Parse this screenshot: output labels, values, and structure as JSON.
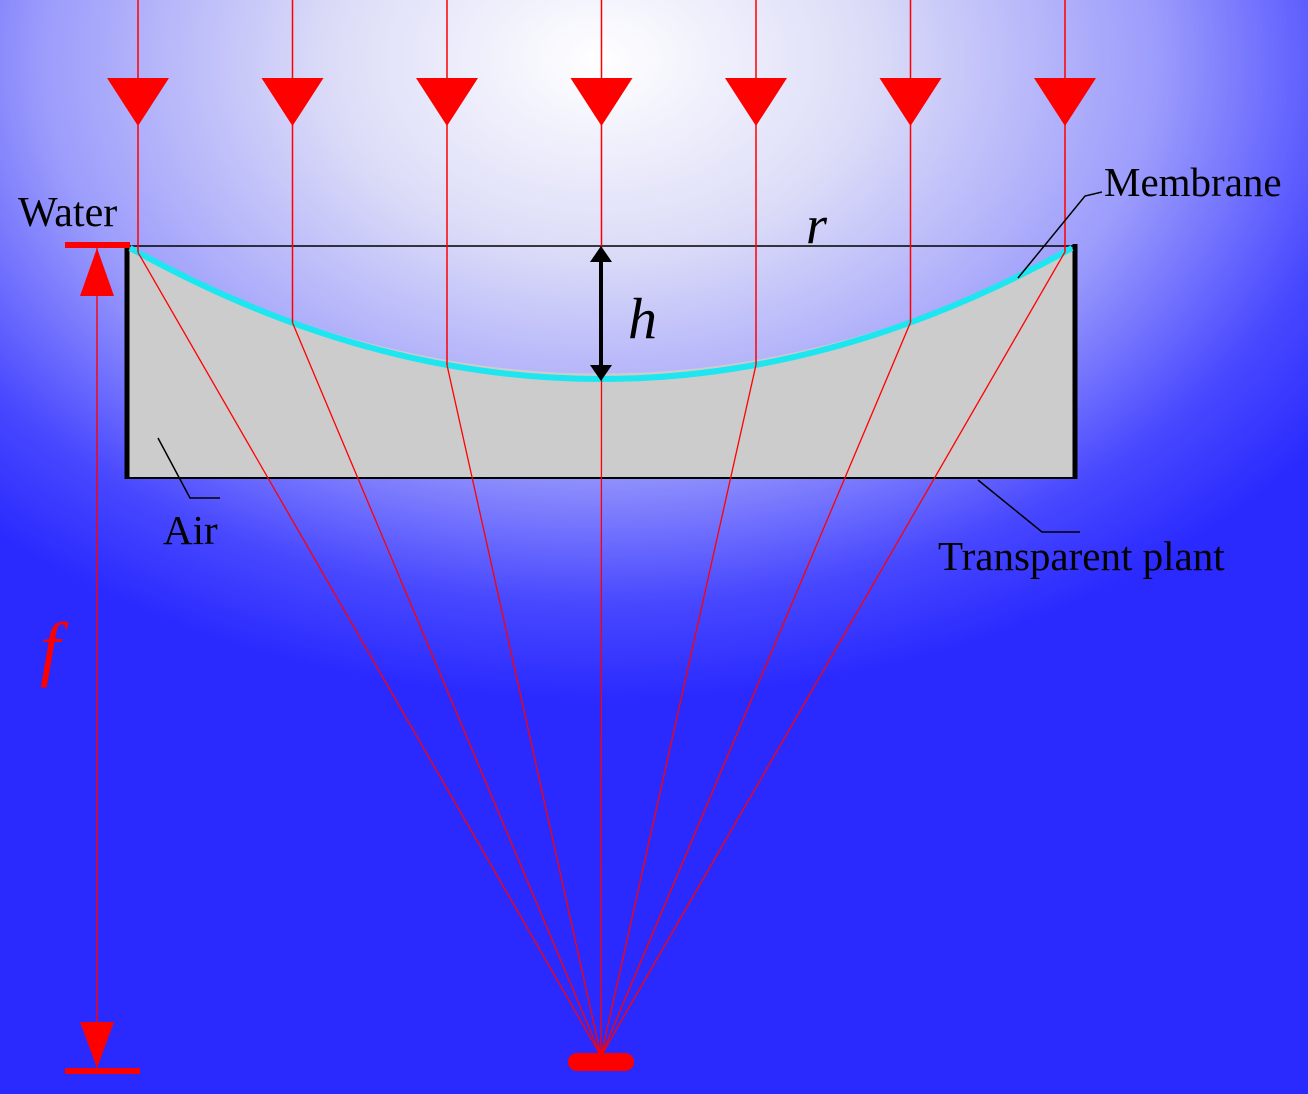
{
  "labels": {
    "water": "Water",
    "membrane": "Membrane",
    "air": "Air",
    "transparent_plant": "Transparent plant"
  },
  "symbols": {
    "radius": "r",
    "depth": "h",
    "focal_length": "f"
  },
  "colors": {
    "ray": "#ff0000",
    "membrane": "#1ee6f0",
    "plant_fill": "#cccccc",
    "outline": "#000000",
    "background_top": "#ffffff",
    "background_bottom": "#2a2aff"
  },
  "incident_ray_count": 7
}
